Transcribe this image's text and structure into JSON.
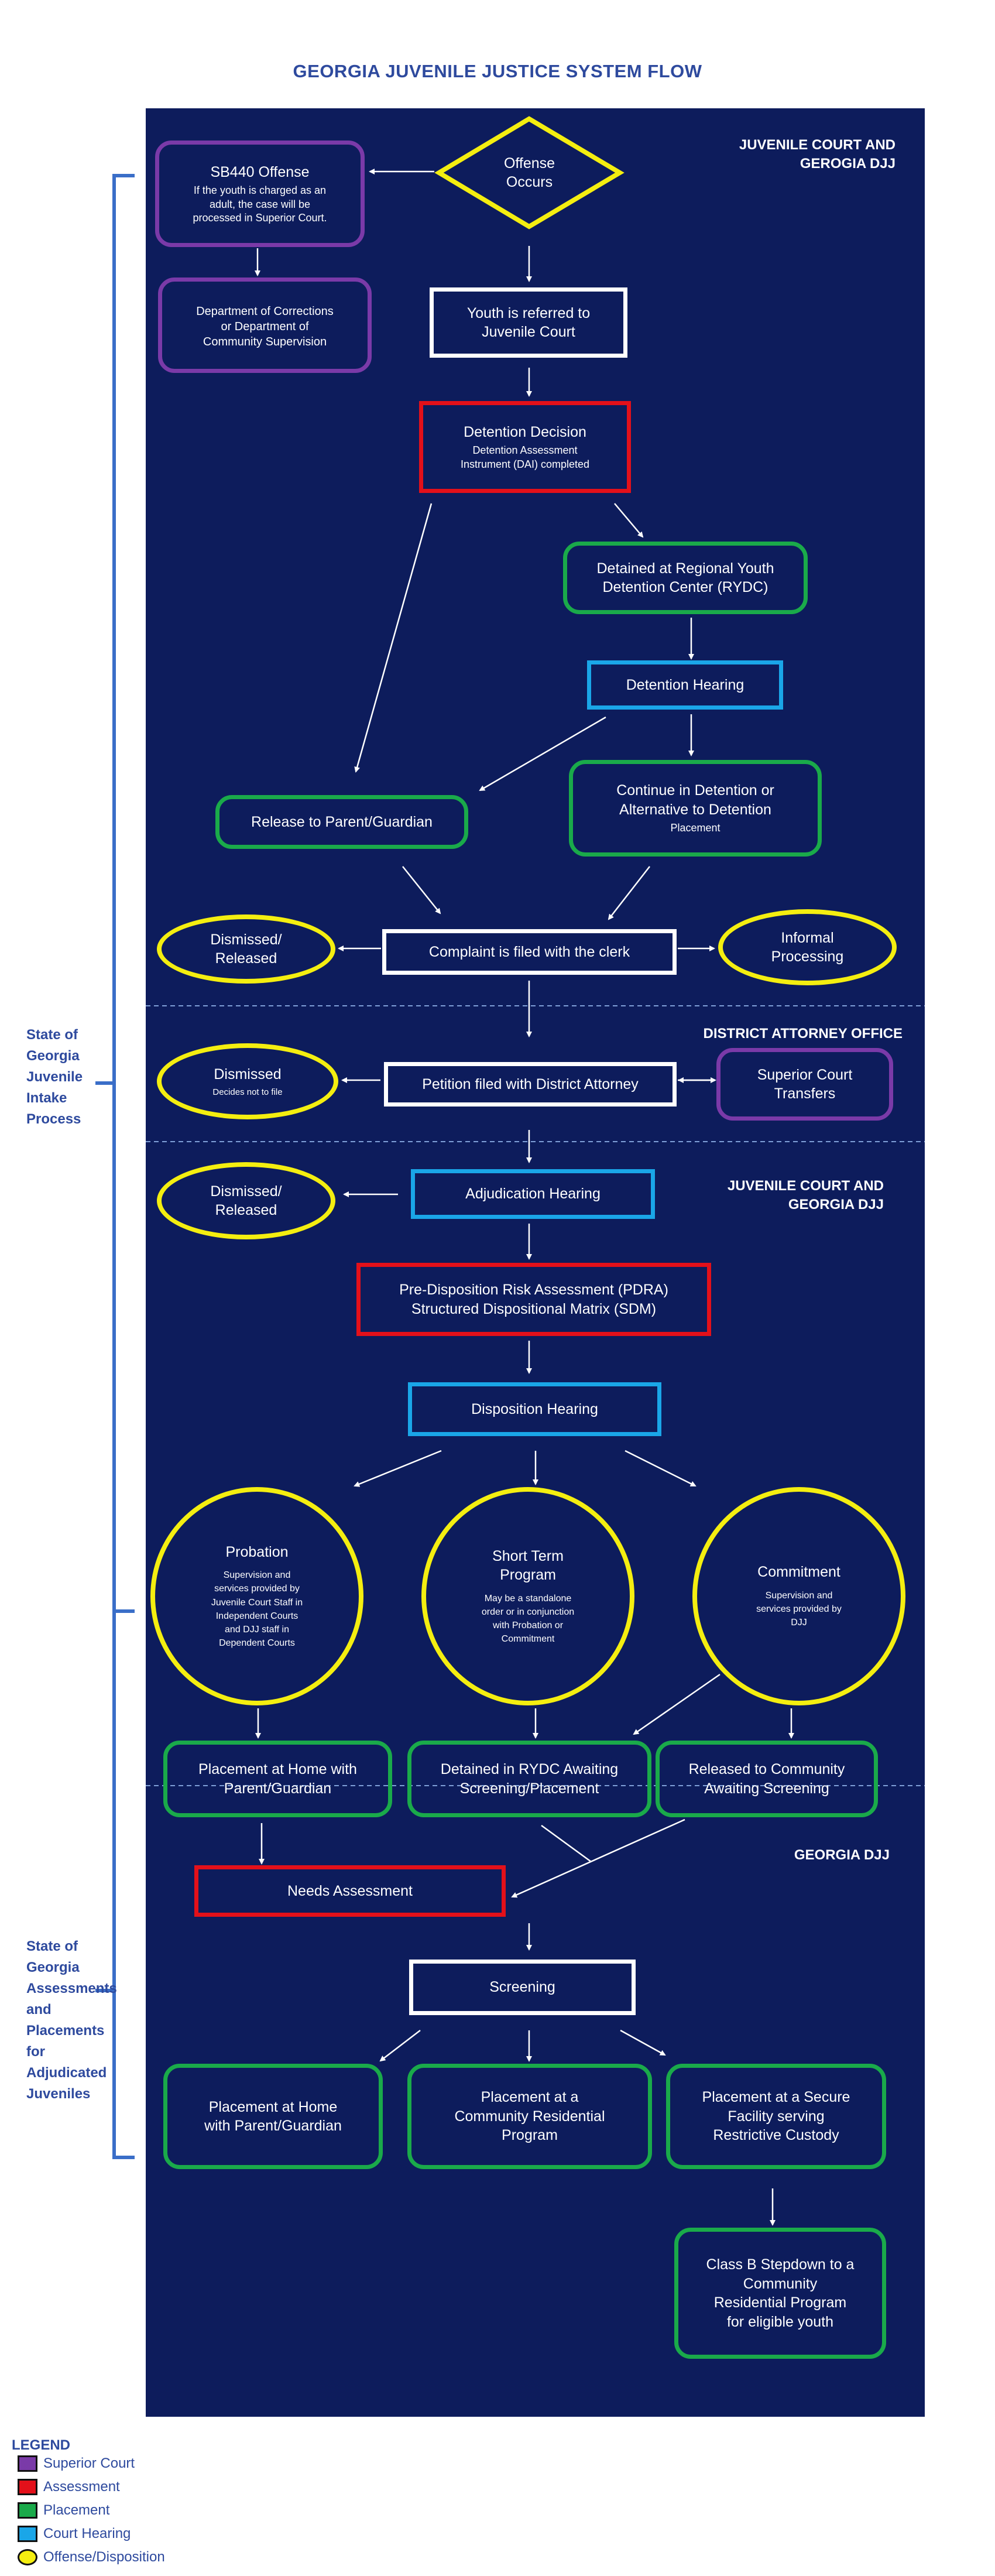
{
  "title": "GEORGIA JUVENILE JUSTICE SYSTEM FLOW",
  "sections": {
    "juvenile_court_top": "JUVENILE COURT AND\nGEROGIA DJJ",
    "district_attorney": "DISTRICT ATTORNEY OFFICE",
    "juvenile_court_mid": "JUVENILE COURT AND\nGEORGIA DJJ",
    "georgia_djj": "GEORGIA DJJ"
  },
  "side_labels": {
    "intake": "State of\nGeorgia\nJuvenile\nIntake\nProcess",
    "assessments": "State of\nGeorgia\nAssessments\nand\nPlacements\nfor\nAdjudicated\nJuveniles"
  },
  "nodes": {
    "offense_occurs": "Offense\nOccurs",
    "sb440_title": "SB440 Offense",
    "sb440_desc": "If the youth is charged as an\nadult, the case will be\nprocessed in Superior Court.",
    "doc": "Department of Corrections\nor Department of\nCommunity Supervision",
    "referred": "Youth is referred to\nJuvenile Court",
    "detention_decision_title": "Detention Decision",
    "detention_decision_desc": "Detention Assessment\nInstrument (DAI) completed",
    "rydc": "Detained at Regional Youth\nDetention Center (RYDC)",
    "detention_hearing": "Detention Hearing",
    "release_parent": "Release to Parent/Guardian",
    "continue_detention_title": "Continue in Detention or\nAlternative to Detention",
    "continue_detention_desc": "Placement",
    "dismissed_released_1": "Dismissed/\nReleased",
    "complaint": "Complaint is filed with the clerk",
    "informal": "Informal\nProcessing",
    "dismissed_title": "Dismissed",
    "dismissed_desc": "Decides not to file",
    "petition": "Petition filed with District Attorney",
    "superior_transfers": "Superior Court\nTransfers",
    "dismissed_released_2": "Dismissed/\nReleased",
    "adjudication": "Adjudication Hearing",
    "pdra": "Pre-Disposition Risk Assessment (PDRA)\nStructured Dispositional Matrix (SDM)",
    "disposition": "Disposition Hearing",
    "probation_title": "Probation",
    "probation_desc": "Supervision and\nservices provided by\nJuvenile Court Staff in\nIndependent Courts\nand DJJ staff in\nDependent Courts",
    "short_term_title": "Short Term\nProgram",
    "short_term_desc": "May be a standalone\norder or in conjunction\nwith Probation or\nCommitment",
    "commitment_title": "Commitment",
    "commitment_desc": "Supervision and\nservices provided by\nDJJ",
    "placement_home_1": "Placement at Home with\nParent/Guardian",
    "detained_rydc_awaiting": "Detained in RYDC Awaiting\nScreening/Placement",
    "released_community": "Released to Community\nAwaiting Screening",
    "needs_assessment": "Needs Assessment",
    "screening": "Screening",
    "placement_home_2": "Placement at Home\nwith Parent/Guardian",
    "placement_community": "Placement at a\nCommunity Residential\nProgram",
    "placement_secure": "Placement at a Secure\nFacility serving\nRestrictive Custody",
    "class_b": "Class B Stepdown to a\nCommunity\nResidential Program\nfor eligible youth"
  },
  "legend": {
    "title": "LEGEND",
    "items": [
      {
        "label": "Superior Court",
        "color": "#7a3aa8"
      },
      {
        "label": "Assessment",
        "color": "#e3101a"
      },
      {
        "label": "Placement",
        "color": "#1aaa4a"
      },
      {
        "label": "Court Hearing",
        "color": "#1aa6e8"
      },
      {
        "label": "Offense/Disposition",
        "color": "#f4ee10"
      }
    ]
  },
  "colors": {
    "panel": "#0d1c5c",
    "title_text": "#2e4a9e",
    "bracket": "#3a6ec8"
  }
}
